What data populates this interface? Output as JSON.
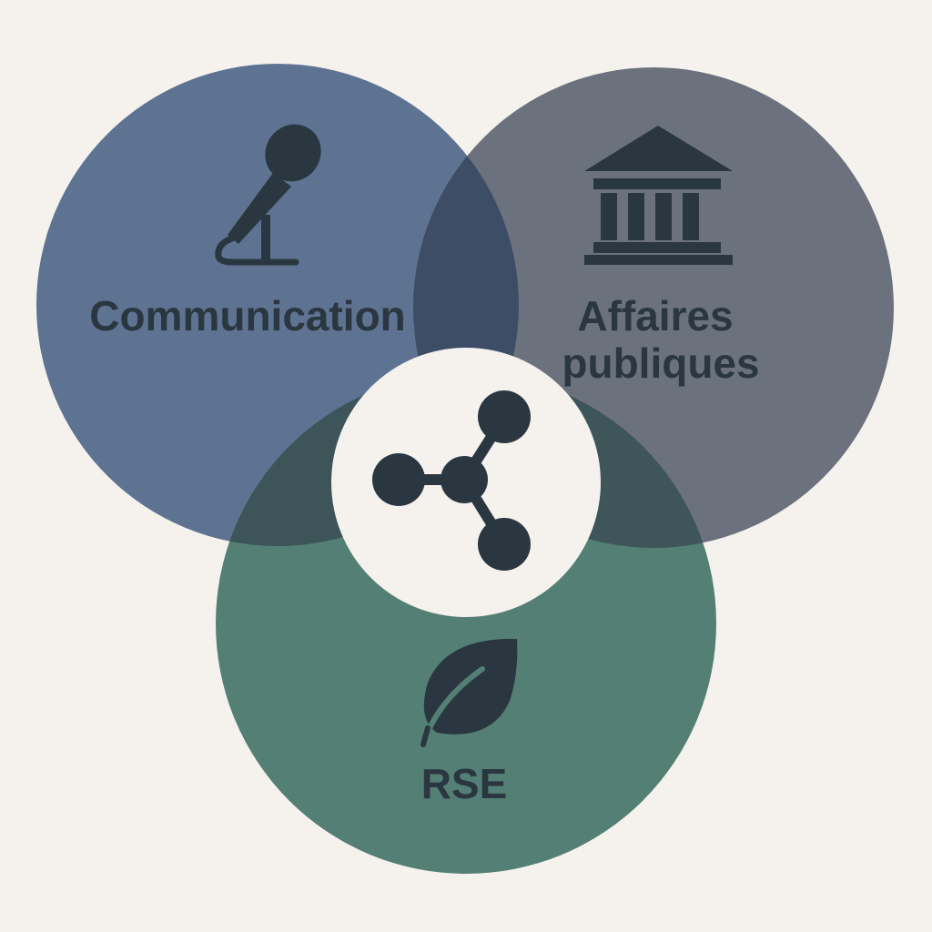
{
  "diagram": {
    "type": "venn",
    "sets": [
      {
        "label": "Communication",
        "icon": "microphone-icon",
        "color": "#5d7391"
      },
      {
        "label_lines": [
          "Affaires",
          "publiques"
        ],
        "icon": "government-building-icon",
        "color": "#6b727d"
      },
      {
        "label": "RSE",
        "icon": "leaf-icon",
        "color": "#547f74"
      }
    ],
    "center": {
      "icon": "share-network-icon",
      "color": "#f5f2ed"
    },
    "colors": {
      "background": "#f5f2ed",
      "ink": "#2b3740",
      "overlap_comm_affaires": "#3d4d66",
      "overlap_comm_rse": "#3d5558",
      "overlap_affaires_rse": "#3e5559"
    }
  }
}
